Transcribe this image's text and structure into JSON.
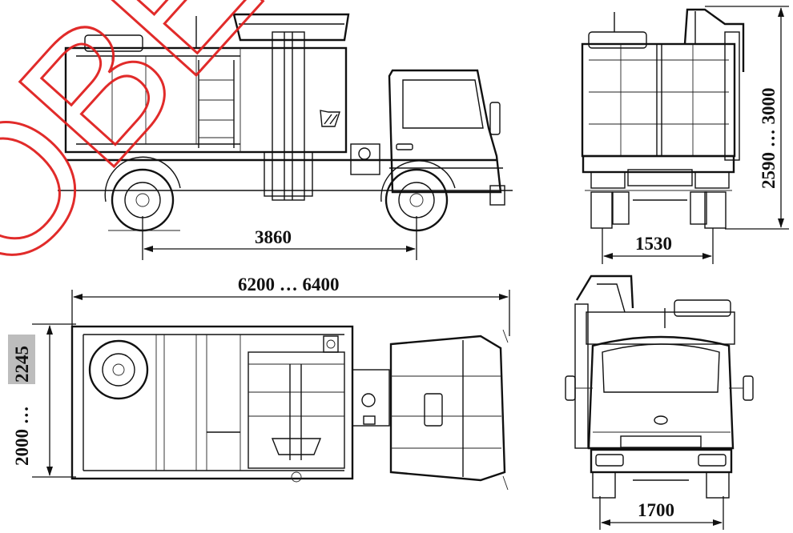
{
  "dimensions": {
    "wheelbase": "3860",
    "rear_track": "1530",
    "height_range": "2590 … 3000",
    "overall_length_range": "6200 … 6400",
    "width_range_low": "2000 …",
    "width_range_high": "2245",
    "front_track": "1700"
  },
  "watermark": "OBERTA"
}
